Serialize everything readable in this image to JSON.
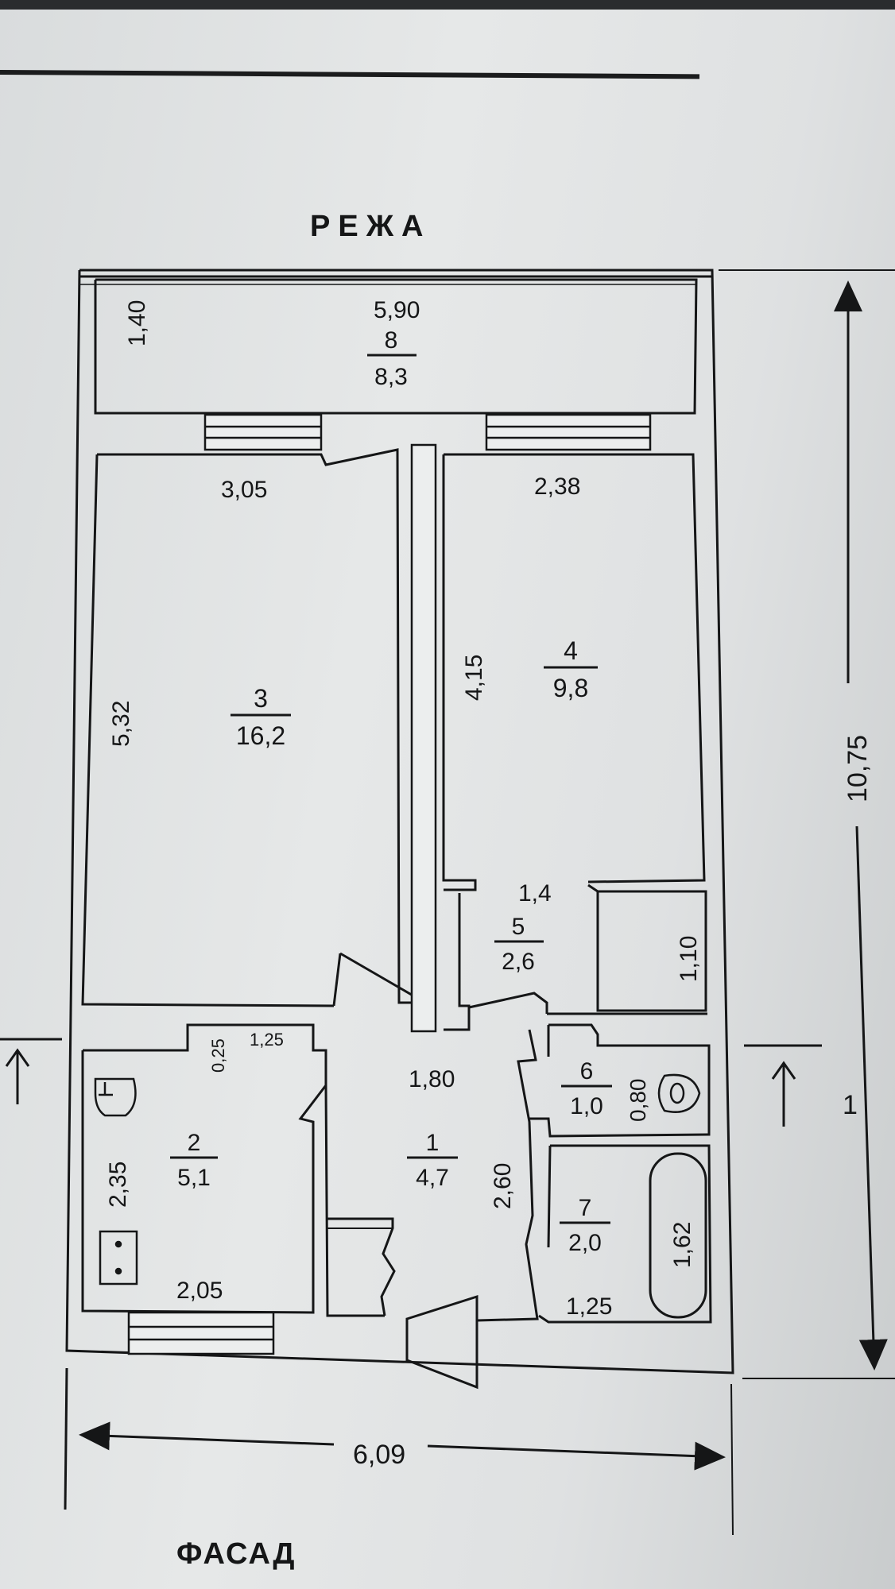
{
  "headings": {
    "top": "РЕЖА",
    "bottom": "ФАСАД"
  },
  "rooms": [
    {
      "number": "8",
      "area": "8,3"
    },
    {
      "number": "3",
      "area": "16,2"
    },
    {
      "number": "4",
      "area": "9,8"
    },
    {
      "number": "5",
      "area": "2,6"
    },
    {
      "number": "6",
      "area": "1,0"
    },
    {
      "number": "1",
      "area": "4,7"
    },
    {
      "number": "2",
      "area": "5,1"
    },
    {
      "number": "7",
      "area": "2,0"
    }
  ],
  "dimensions": {
    "balcony_width": "5,90",
    "balcony_depth": "1,40",
    "room3_width": "3,05",
    "room3_depth": "5,32",
    "room4_width": "2,38",
    "room4_depth": "4,15",
    "closet_width": "1,4",
    "closet_depth": "1,10",
    "hall_width": "1,80",
    "hall_depth": "2,60",
    "kitchen_offset": "0,25",
    "kitchen_notch": "1,25",
    "kitchen_depth": "2,35",
    "kitchen_width": "2,05",
    "wc_width": "0,80",
    "bath_length": "1,62",
    "bath_width": "1,25",
    "total_height": "10,75",
    "total_width": "6,09"
  },
  "section_mark": "1"
}
